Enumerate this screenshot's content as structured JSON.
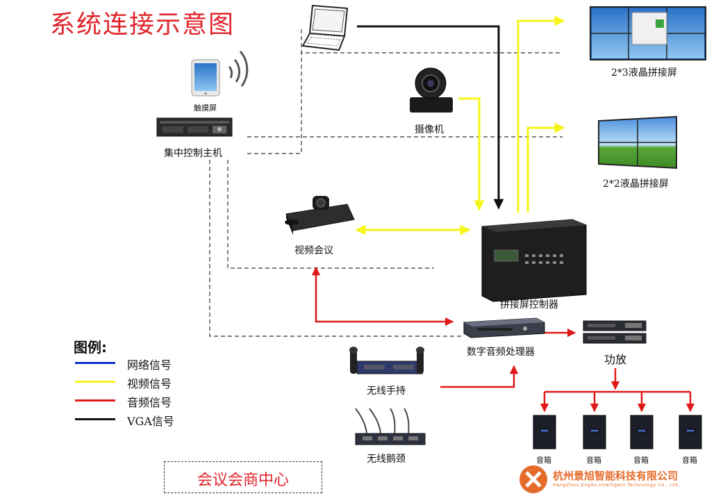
{
  "title": "系统连接示意图",
  "labels": {
    "touch_screen": "触摸屏",
    "central_controller": "集中控制主机",
    "camera": "摄像机",
    "video_conference": "视频会议",
    "matrix_controller": "拼接屏控制器",
    "wall_2x3": "2*3液晶拼接屏",
    "wall_2x2": "2*2液晶拼接屏",
    "audio_processor": "数字音频处理器",
    "amplifier": "功放",
    "wireless_handheld": "无线手持",
    "wireless_gooseneck": "无线鹅颈",
    "speakers": [
      "音箱",
      "音箱",
      "音箱",
      "音箱"
    ]
  },
  "legend": {
    "title": "图例:",
    "items": [
      {
        "label": "网络信号",
        "color": "#1030c8"
      },
      {
        "label": "视频信号",
        "color": "#f5f51a"
      },
      {
        "label": "音频信号",
        "color": "#e01818"
      },
      {
        "label": "VGA信号",
        "color": "#111111"
      }
    ]
  },
  "center_label": "会议会商中心",
  "company": {
    "name": "杭州景旭智能科技有限公司",
    "english": "HangZhou JingXu Intelligent Technology Co., Ltd."
  },
  "colors": {
    "title": "#e0232b",
    "video": "#f5f51a",
    "audio": "#e01818",
    "vga": "#111111",
    "control": "#333333",
    "brand": "#e46b2a"
  }
}
